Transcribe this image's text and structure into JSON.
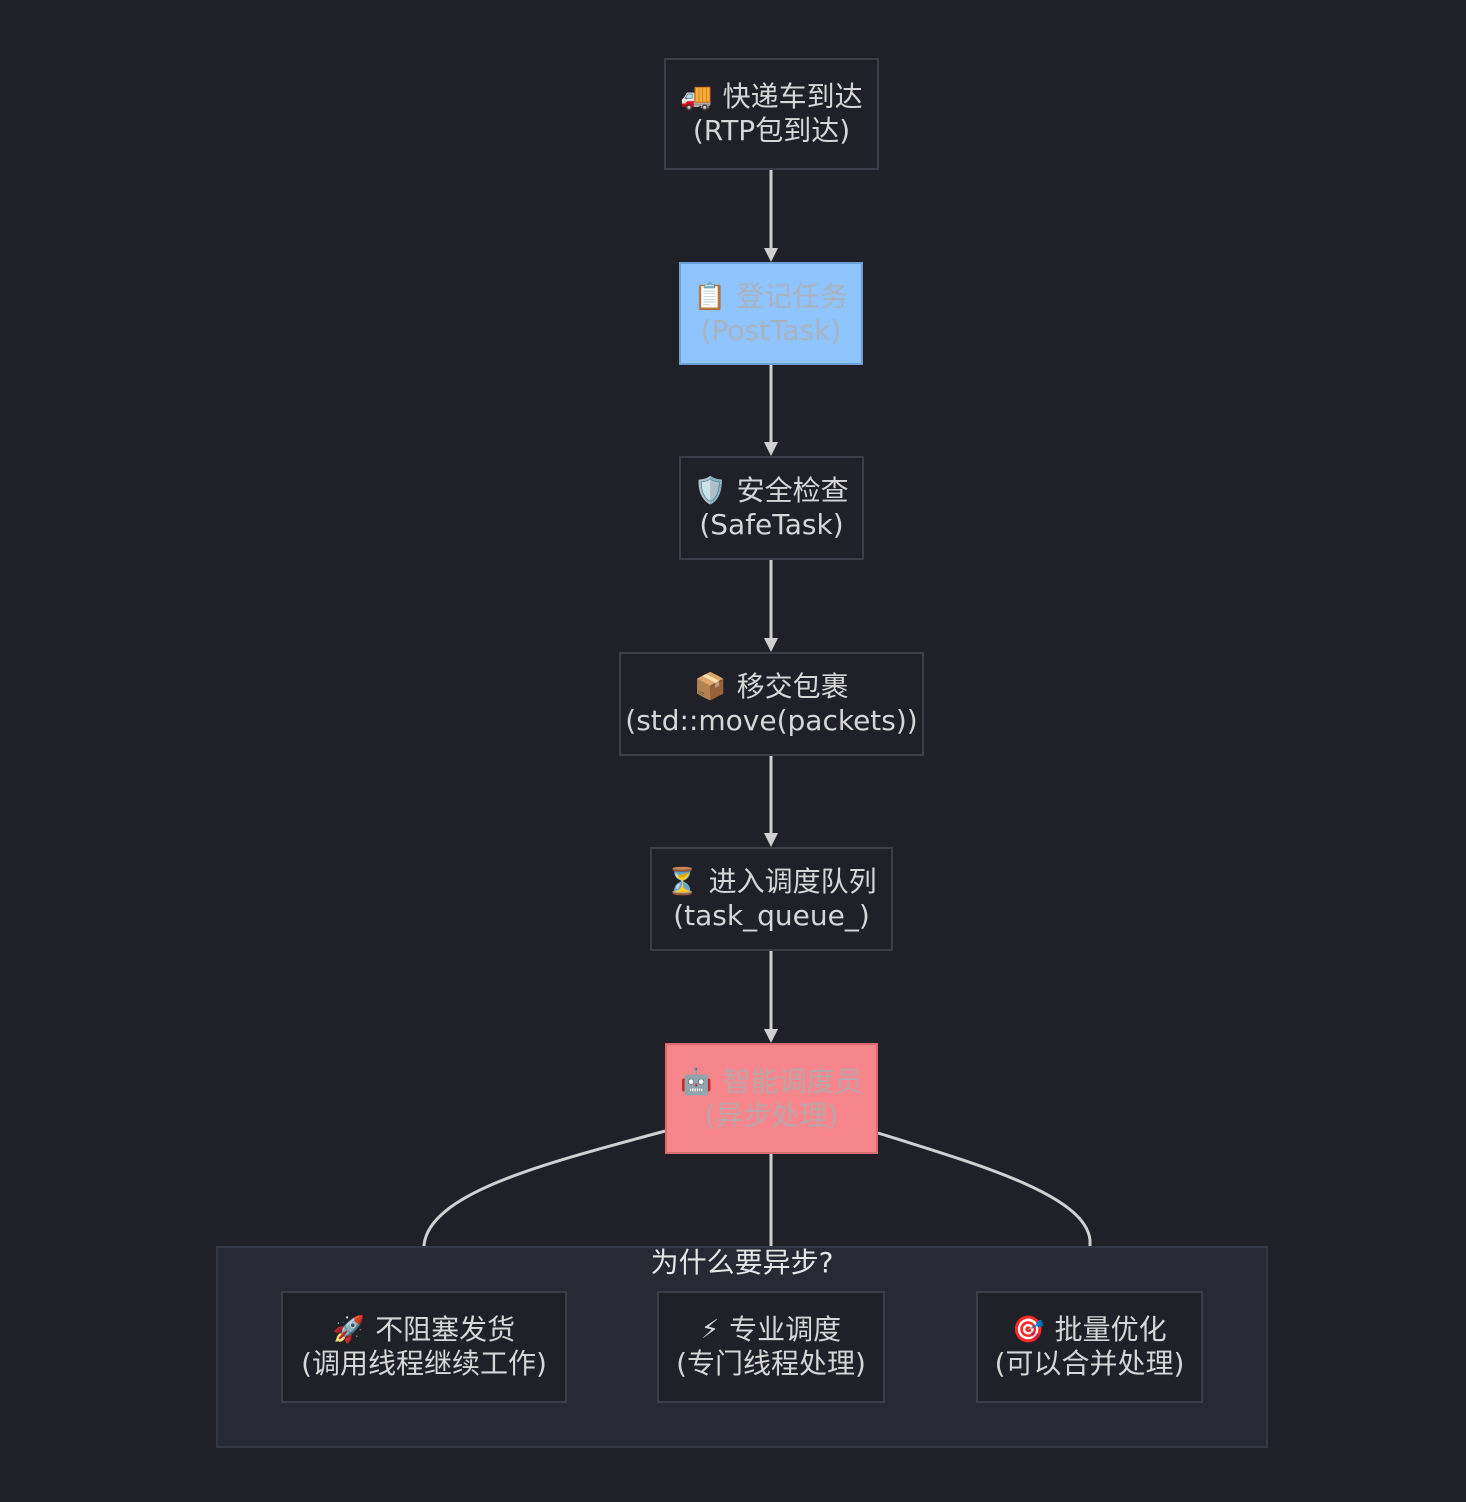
{
  "subgraph": {
    "title": "为什么要异步?"
  },
  "nodes": {
    "truck": {
      "icon": "truck-icon",
      "emoji": "🚚",
      "title": "快递车到达",
      "subtitle": "(RTP包到达)"
    },
    "register": {
      "icon": "clipboard-icon",
      "emoji": "📋",
      "title": "登记任务",
      "subtitle": "(PostTask)",
      "fill": "#90c4ff"
    },
    "safety": {
      "icon": "shield-icon",
      "emoji": "🛡️",
      "title": "安全检查",
      "subtitle": "(SafeTask)"
    },
    "handover": {
      "icon": "package-icon",
      "emoji": "📦",
      "title": "移交包裹",
      "subtitle": "(std::move(packets))"
    },
    "queue": {
      "icon": "hourglass-icon",
      "emoji": "⏳",
      "title": "进入调度队列",
      "subtitle": "(task_queue_)"
    },
    "scheduler": {
      "icon": "robot-icon",
      "emoji": "🤖",
      "title": "智能调度员",
      "subtitle": "(异步处理)",
      "fill": "#f7868c"
    },
    "nonblocking": {
      "icon": "rocket-icon",
      "emoji": "🚀",
      "title": "不阻塞发货",
      "subtitle": "(调用线程继续工作)"
    },
    "dedicated": {
      "icon": "lightning-icon",
      "emoji": "⚡",
      "title": "专业调度",
      "subtitle": "(专门线程处理)"
    },
    "batch": {
      "icon": "target-icon",
      "emoji": "🎯",
      "title": "批量优化",
      "subtitle": "(可以合并处理)"
    }
  },
  "colors": {
    "background": "#1f2028",
    "edge": "#d0d0d0",
    "node_border": "#3b3e49",
    "subgraph_fill": "#272a35"
  }
}
